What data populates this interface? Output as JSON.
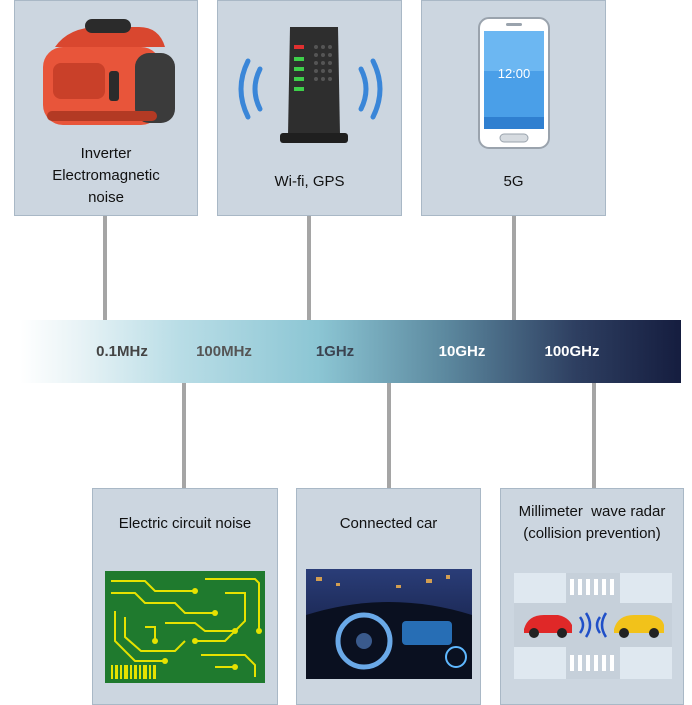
{
  "top_boxes": [
    {
      "id": "inverter",
      "lines": [
        "Inverter",
        "Electromagnetic",
        "noise"
      ]
    },
    {
      "id": "wifi",
      "lines": [
        "Wi-fi, GPS"
      ]
    },
    {
      "id": "5g",
      "lines": [
        "5G"
      ]
    }
  ],
  "frequency_band": {
    "labels": [
      "0.1MHz",
      "100MHz",
      "1GHz",
      "10GHz",
      "100GHz"
    ]
  },
  "bottom_boxes": [
    {
      "id": "circuit",
      "lines": [
        "Electric circuit noise"
      ]
    },
    {
      "id": "car",
      "lines": [
        "Connected car"
      ]
    },
    {
      "id": "radar",
      "lines": [
        "Millimeter  wave radar",
        "(collision prevention)"
      ]
    }
  ],
  "phone_screen": {
    "time": "12:00"
  },
  "colors": {
    "box_fill": "#ccd6e0",
    "connector": "#a5a5a5",
    "band_start": "#ffffff",
    "band_end": "#151d3f",
    "generator_body": "#e8553a",
    "signal_wave": "#3a86d8",
    "pcb_green": "#1f7a2e"
  },
  "icons": [
    "generator-icon",
    "wifi-router-icon",
    "smartphone-icon",
    "pcb-image",
    "car-dashboard-image",
    "radar-cars-image"
  ]
}
